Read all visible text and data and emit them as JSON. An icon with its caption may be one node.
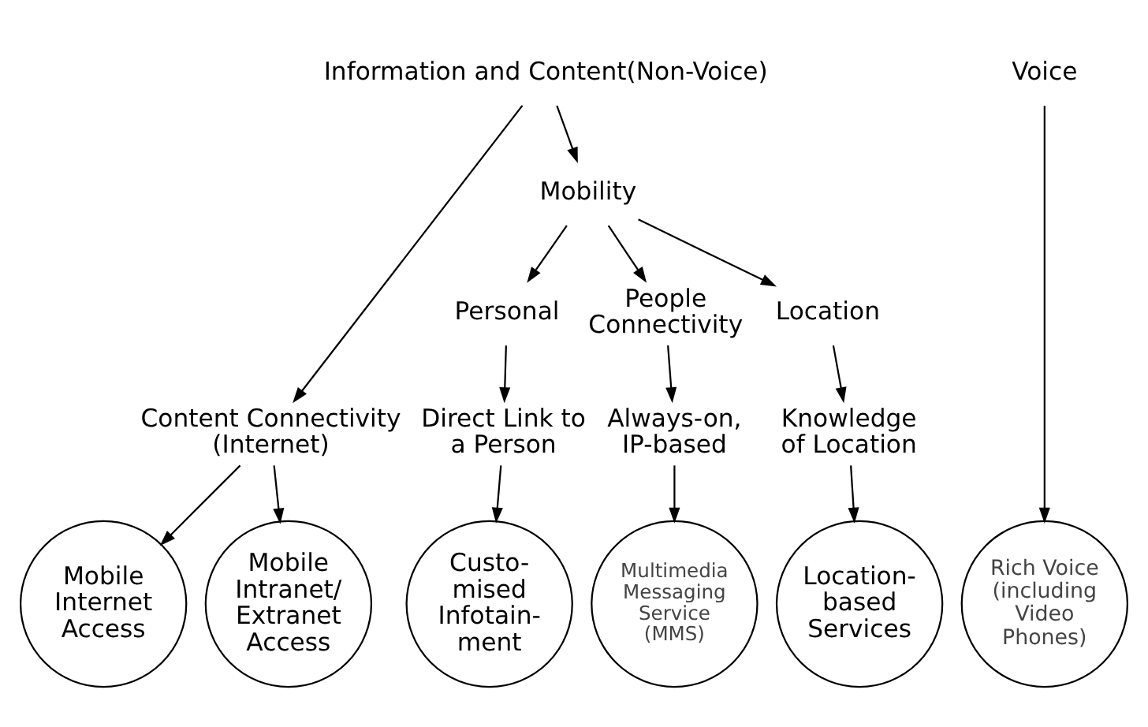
{
  "diagram": {
    "nodes": [
      {
        "text": [
          "Information and Content(Non-Voice)"
        ]
      },
      {
        "text": [
          "Content Connectivity (Internet)"
        ]
      },
      {
        "text": [
          "Mobility"
        ]
      },
      {
        "text": [
          "Personal"
        ]
      },
      {
        "text": [
          "People Connectivity"
        ]
      },
      {
        "text": [
          "Location"
        ]
      },
      {
        "text": [
          "Direct Link to a Person"
        ]
      },
      {
        "text": [
          "Always-on, IP-based"
        ]
      },
      {
        "text": [
          "Knowledge of Location"
        ]
      },
      {
        "text": [
          "Voice"
        ]
      },
      {
        "text": [
          "Mobile Internet Access"
        ]
      },
      {
        "text": [
          "Mobile Intranet/ Extranet Access"
        ]
      },
      {
        "text": [
          "Custo- mised Infotain- ment"
        ]
      },
      {
        "text": [
          "Multimedia Messaging Service (MMS)"
        ]
      },
      {
        "text": [
          "Location- based Services"
        ]
      },
      {
        "text": [
          "Rich Voice (including Video Phones)"
        ]
      }
    ],
    "edges": [
      {
        "from": 0,
        "to": 1,
        "arrow": "to"
      },
      {
        "from": 0,
        "to": 2,
        "arrow": "to"
      },
      {
        "from": 2,
        "to": 3,
        "arrow": "to"
      },
      {
        "from": 2,
        "to": 4,
        "arrow": "to"
      },
      {
        "from": 2,
        "to": 5,
        "arrow": "to"
      },
      {
        "from": 3,
        "to": 6,
        "arrow": "to"
      },
      {
        "from": 4,
        "to": 7,
        "arrow": "to"
      },
      {
        "from": 5,
        "to": 8,
        "arrow": "to"
      },
      {
        "from": 1,
        "to": 10,
        "arrow": "to"
      },
      {
        "from": 1,
        "to": 11,
        "arrow": "to"
      },
      {
        "from": 6,
        "to": 12,
        "arrow": "to"
      },
      {
        "from": 7,
        "to": 13,
        "arrow": "to"
      },
      {
        "from": 8,
        "to": 14,
        "arrow": "to"
      },
      {
        "from": 9,
        "to": 15,
        "arrow": "to"
      }
    ]
  }
}
